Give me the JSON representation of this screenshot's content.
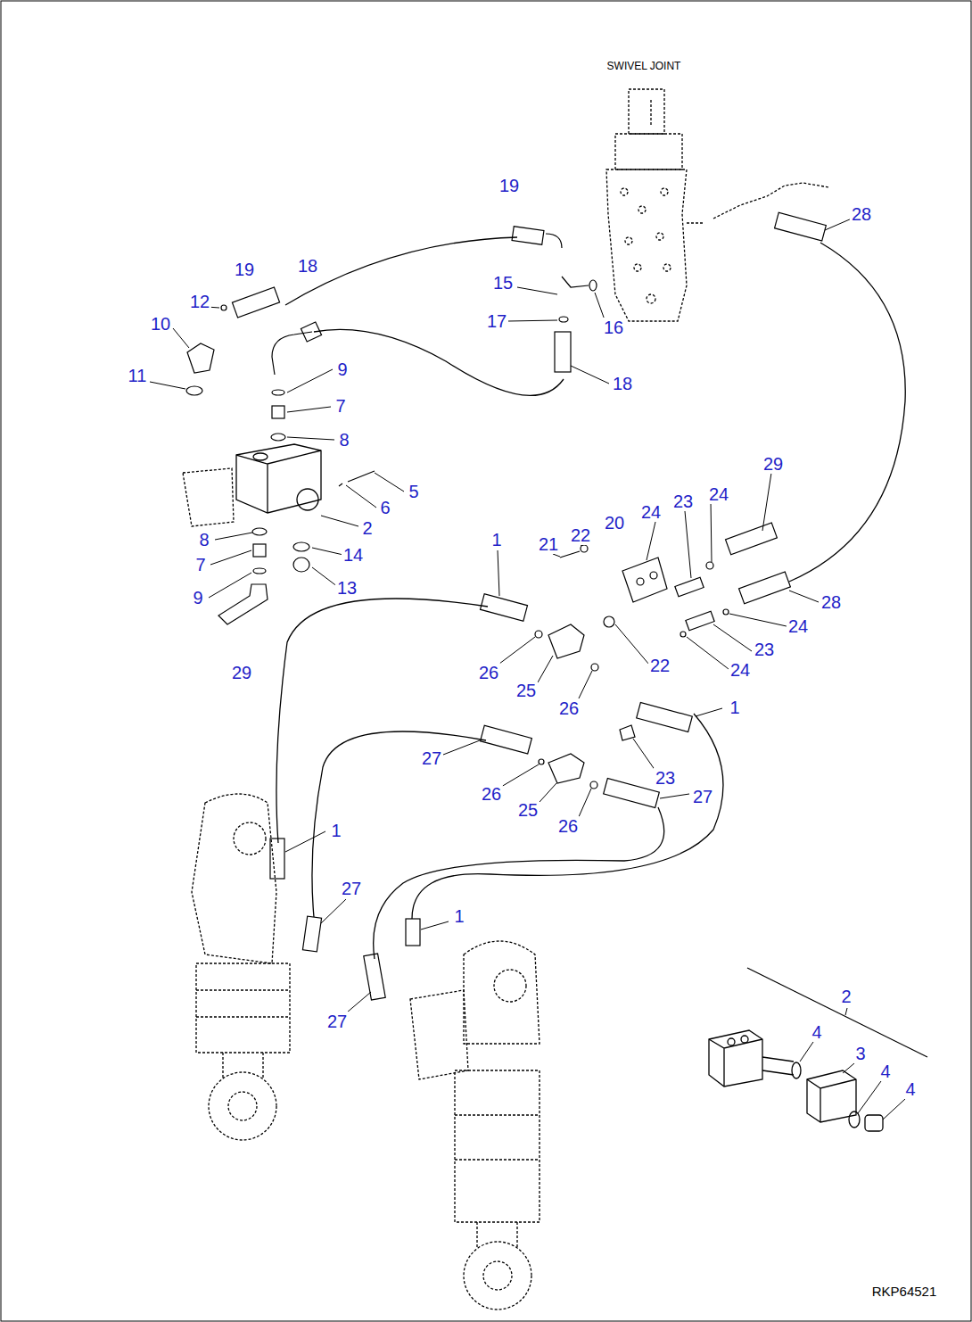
{
  "diagram": {
    "labels": [
      "SWIVEL JOINT",
      "19",
      "28",
      "19",
      "18",
      "12",
      "15",
      "10",
      "17",
      "16",
      "11",
      "9",
      "18",
      "7",
      "8",
      "5",
      "6",
      "2",
      "29",
      "24",
      "23",
      "21",
      "22",
      "20",
      "24",
      "1",
      "8",
      "14",
      "7",
      "13",
      "28",
      "24",
      "22",
      "23",
      "24",
      "9",
      "29",
      "26",
      "25",
      "26",
      "1",
      "27",
      "23",
      "26",
      "27",
      "25",
      "26",
      "1",
      "27",
      "1",
      "27",
      "2",
      "4",
      "3",
      "4",
      "4",
      "RKP64521"
    ]
  }
}
